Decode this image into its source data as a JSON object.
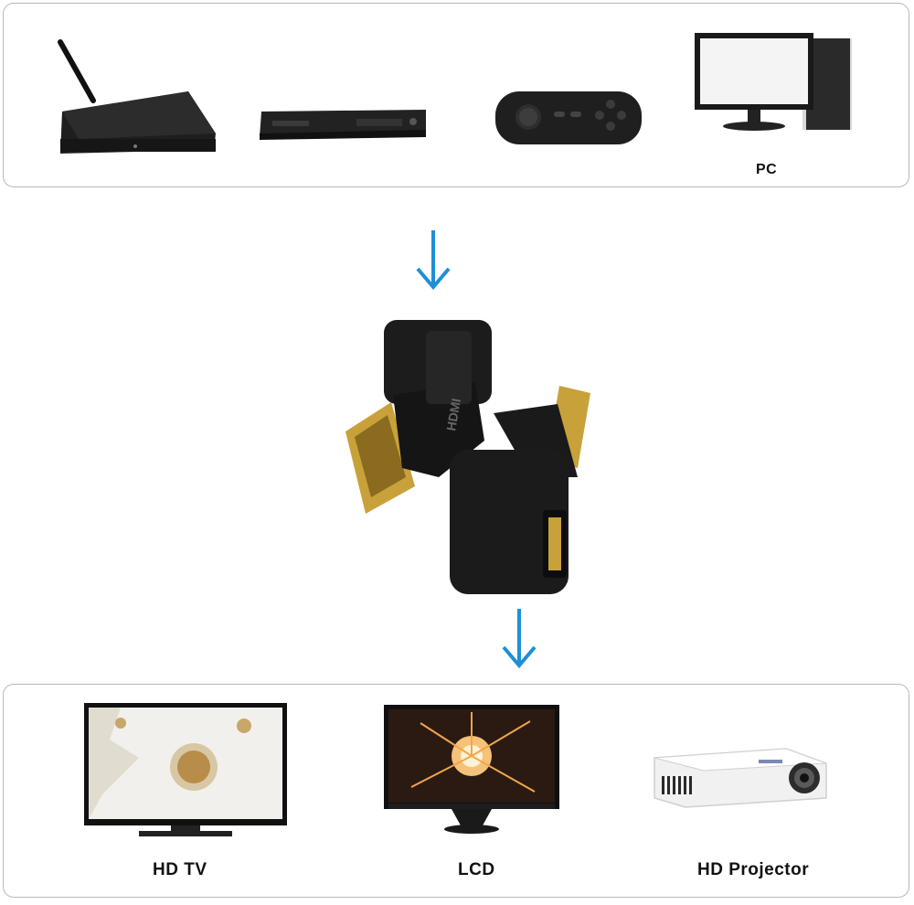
{
  "source_devices": [
    {
      "icon": "router-icon"
    },
    {
      "icon": "dvd-player-icon"
    },
    {
      "icon": "gamepad-icon"
    },
    {
      "icon": "pc-icon",
      "label": "PC"
    }
  ],
  "adapter": {
    "icon": "hdmi-right-angle-adapter-icon",
    "port_text": "HDMI"
  },
  "output_devices": [
    {
      "icon": "tv-icon",
      "label": "HD TV"
    },
    {
      "icon": "lcd-monitor-icon",
      "label": "LCD"
    },
    {
      "icon": "projector-icon",
      "label": "HD Projector"
    }
  ],
  "colors": {
    "arrow": "#1e90d6",
    "border": "#b9b9b9",
    "device": "#1d1d1d",
    "gold": "#c9a13a"
  }
}
